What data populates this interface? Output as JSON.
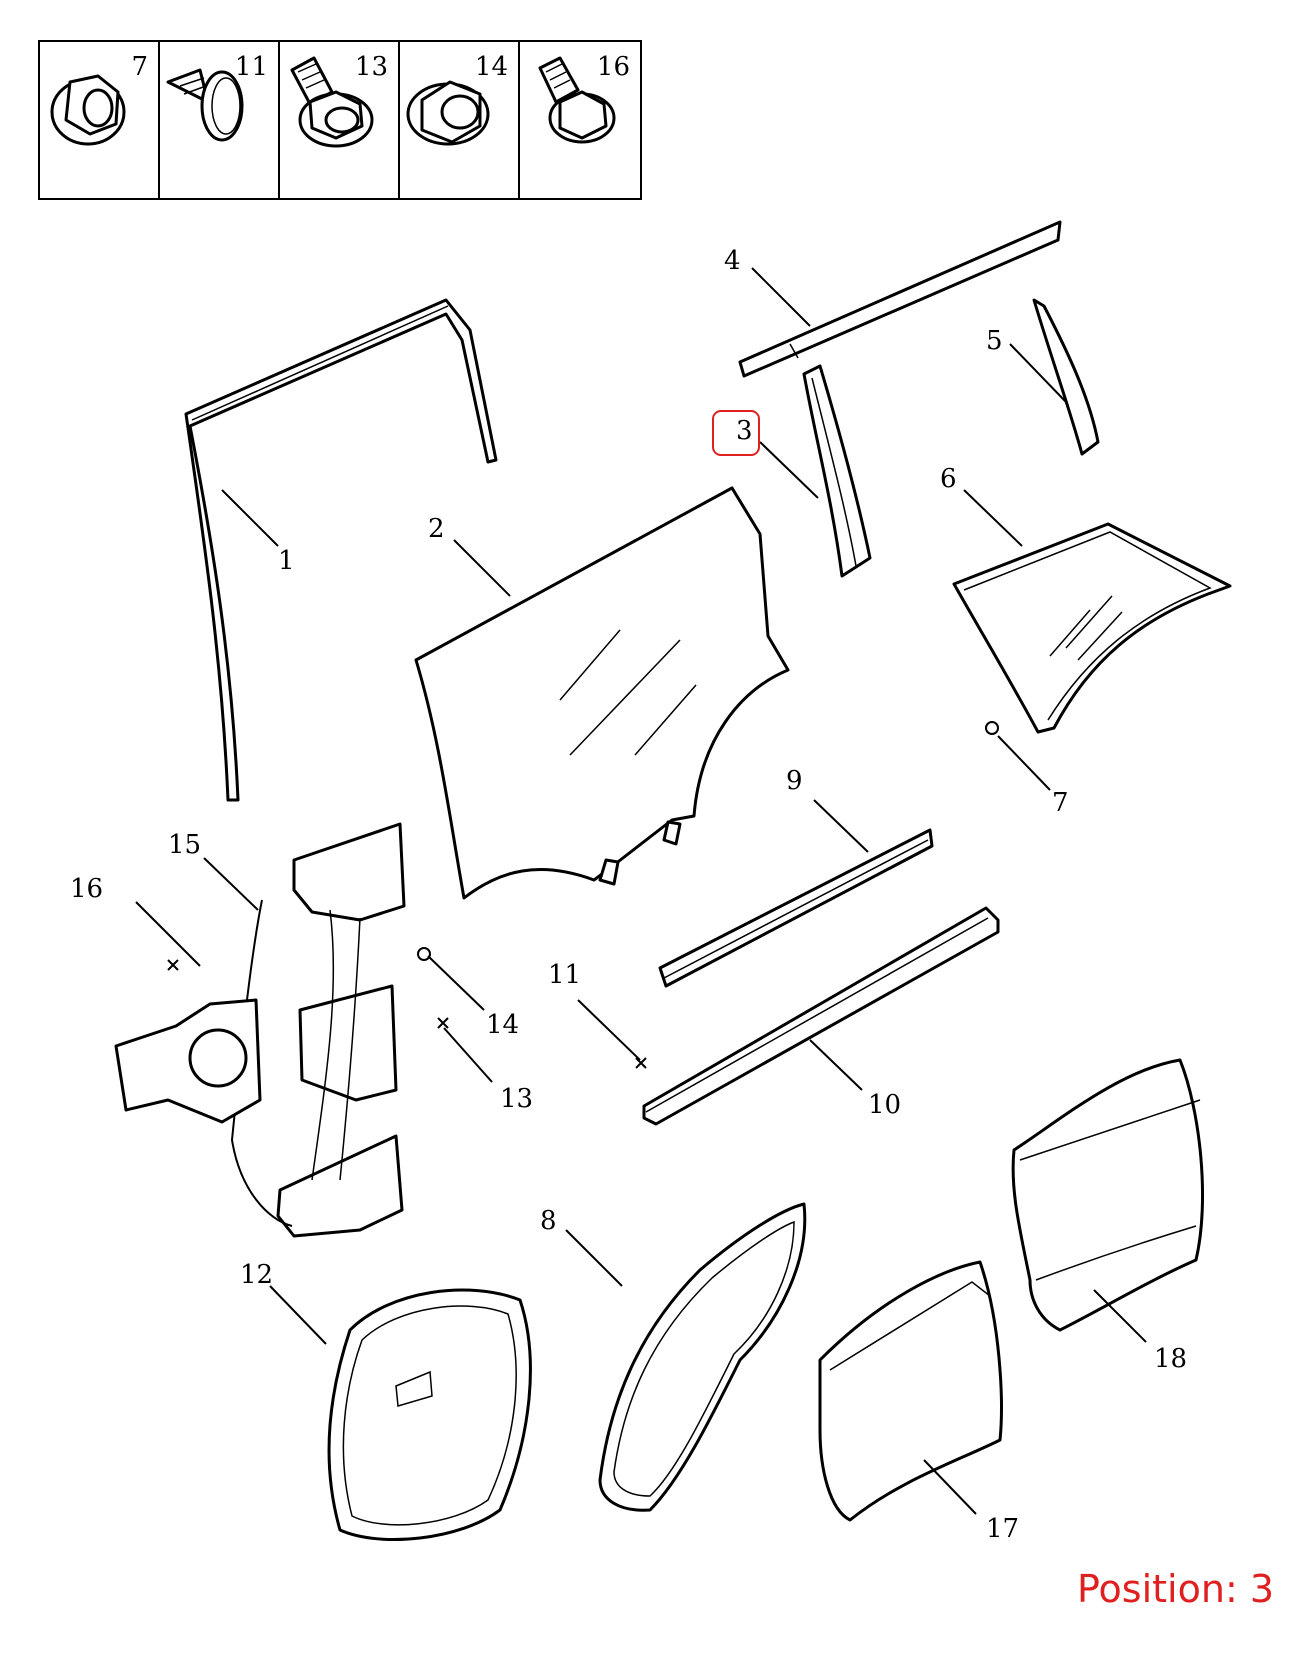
{
  "fastener_table": [
    {
      "num": "7",
      "icon": "flange-nut-icon"
    },
    {
      "num": "11",
      "icon": "push-clip-icon"
    },
    {
      "num": "13",
      "icon": "flange-bolt-icon"
    },
    {
      "num": "14",
      "icon": "flange-nut-icon"
    },
    {
      "num": "16",
      "icon": "flange-bolt-icon"
    }
  ],
  "callouts": {
    "c1": "1",
    "c2": "2",
    "c3": "3",
    "c4": "4",
    "c5": "5",
    "c6": "6",
    "c7": "7",
    "c8": "8",
    "c9": "9",
    "c10": "10",
    "c11": "11",
    "c12": "12",
    "c13": "13",
    "c14": "14",
    "c15": "15",
    "c16": "16",
    "c17": "17",
    "c18": "18"
  },
  "highlighted_callout": "3",
  "highlight_color": "#e02020",
  "position_label": "Position: 3"
}
